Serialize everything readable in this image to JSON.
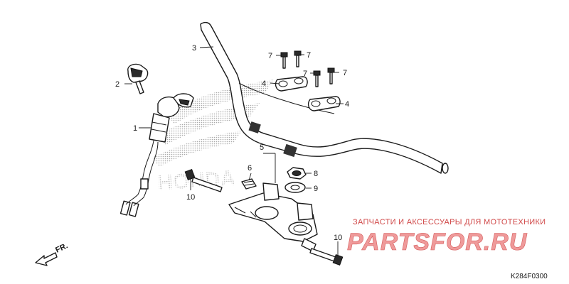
{
  "diagram_code": "K284F0300",
  "direction_arrow_label": "FR.",
  "watermark": {
    "caption": "ЗАПЧАСТИ И АКСЕССУАРЫ ДЛЯ МОТОТЕХНИКИ",
    "brand": "PARTSFOR.RU"
  },
  "background_logo_text": "HONDA",
  "callouts": [
    {
      "id": "c1",
      "number": "1"
    },
    {
      "id": "c2",
      "number": "2"
    },
    {
      "id": "c3",
      "number": "3"
    },
    {
      "id": "c4a",
      "number": "4"
    },
    {
      "id": "c4b",
      "number": "4"
    },
    {
      "id": "c5",
      "number": "5"
    },
    {
      "id": "c6",
      "number": "6"
    },
    {
      "id": "c7a",
      "number": "7"
    },
    {
      "id": "c7b",
      "number": "7"
    },
    {
      "id": "c7c",
      "number": "7"
    },
    {
      "id": "c7d",
      "number": "7"
    },
    {
      "id": "c8",
      "number": "8"
    },
    {
      "id": "c9",
      "number": "9"
    },
    {
      "id": "c10a",
      "number": "10"
    },
    {
      "id": "c10b",
      "number": "10"
    }
  ]
}
